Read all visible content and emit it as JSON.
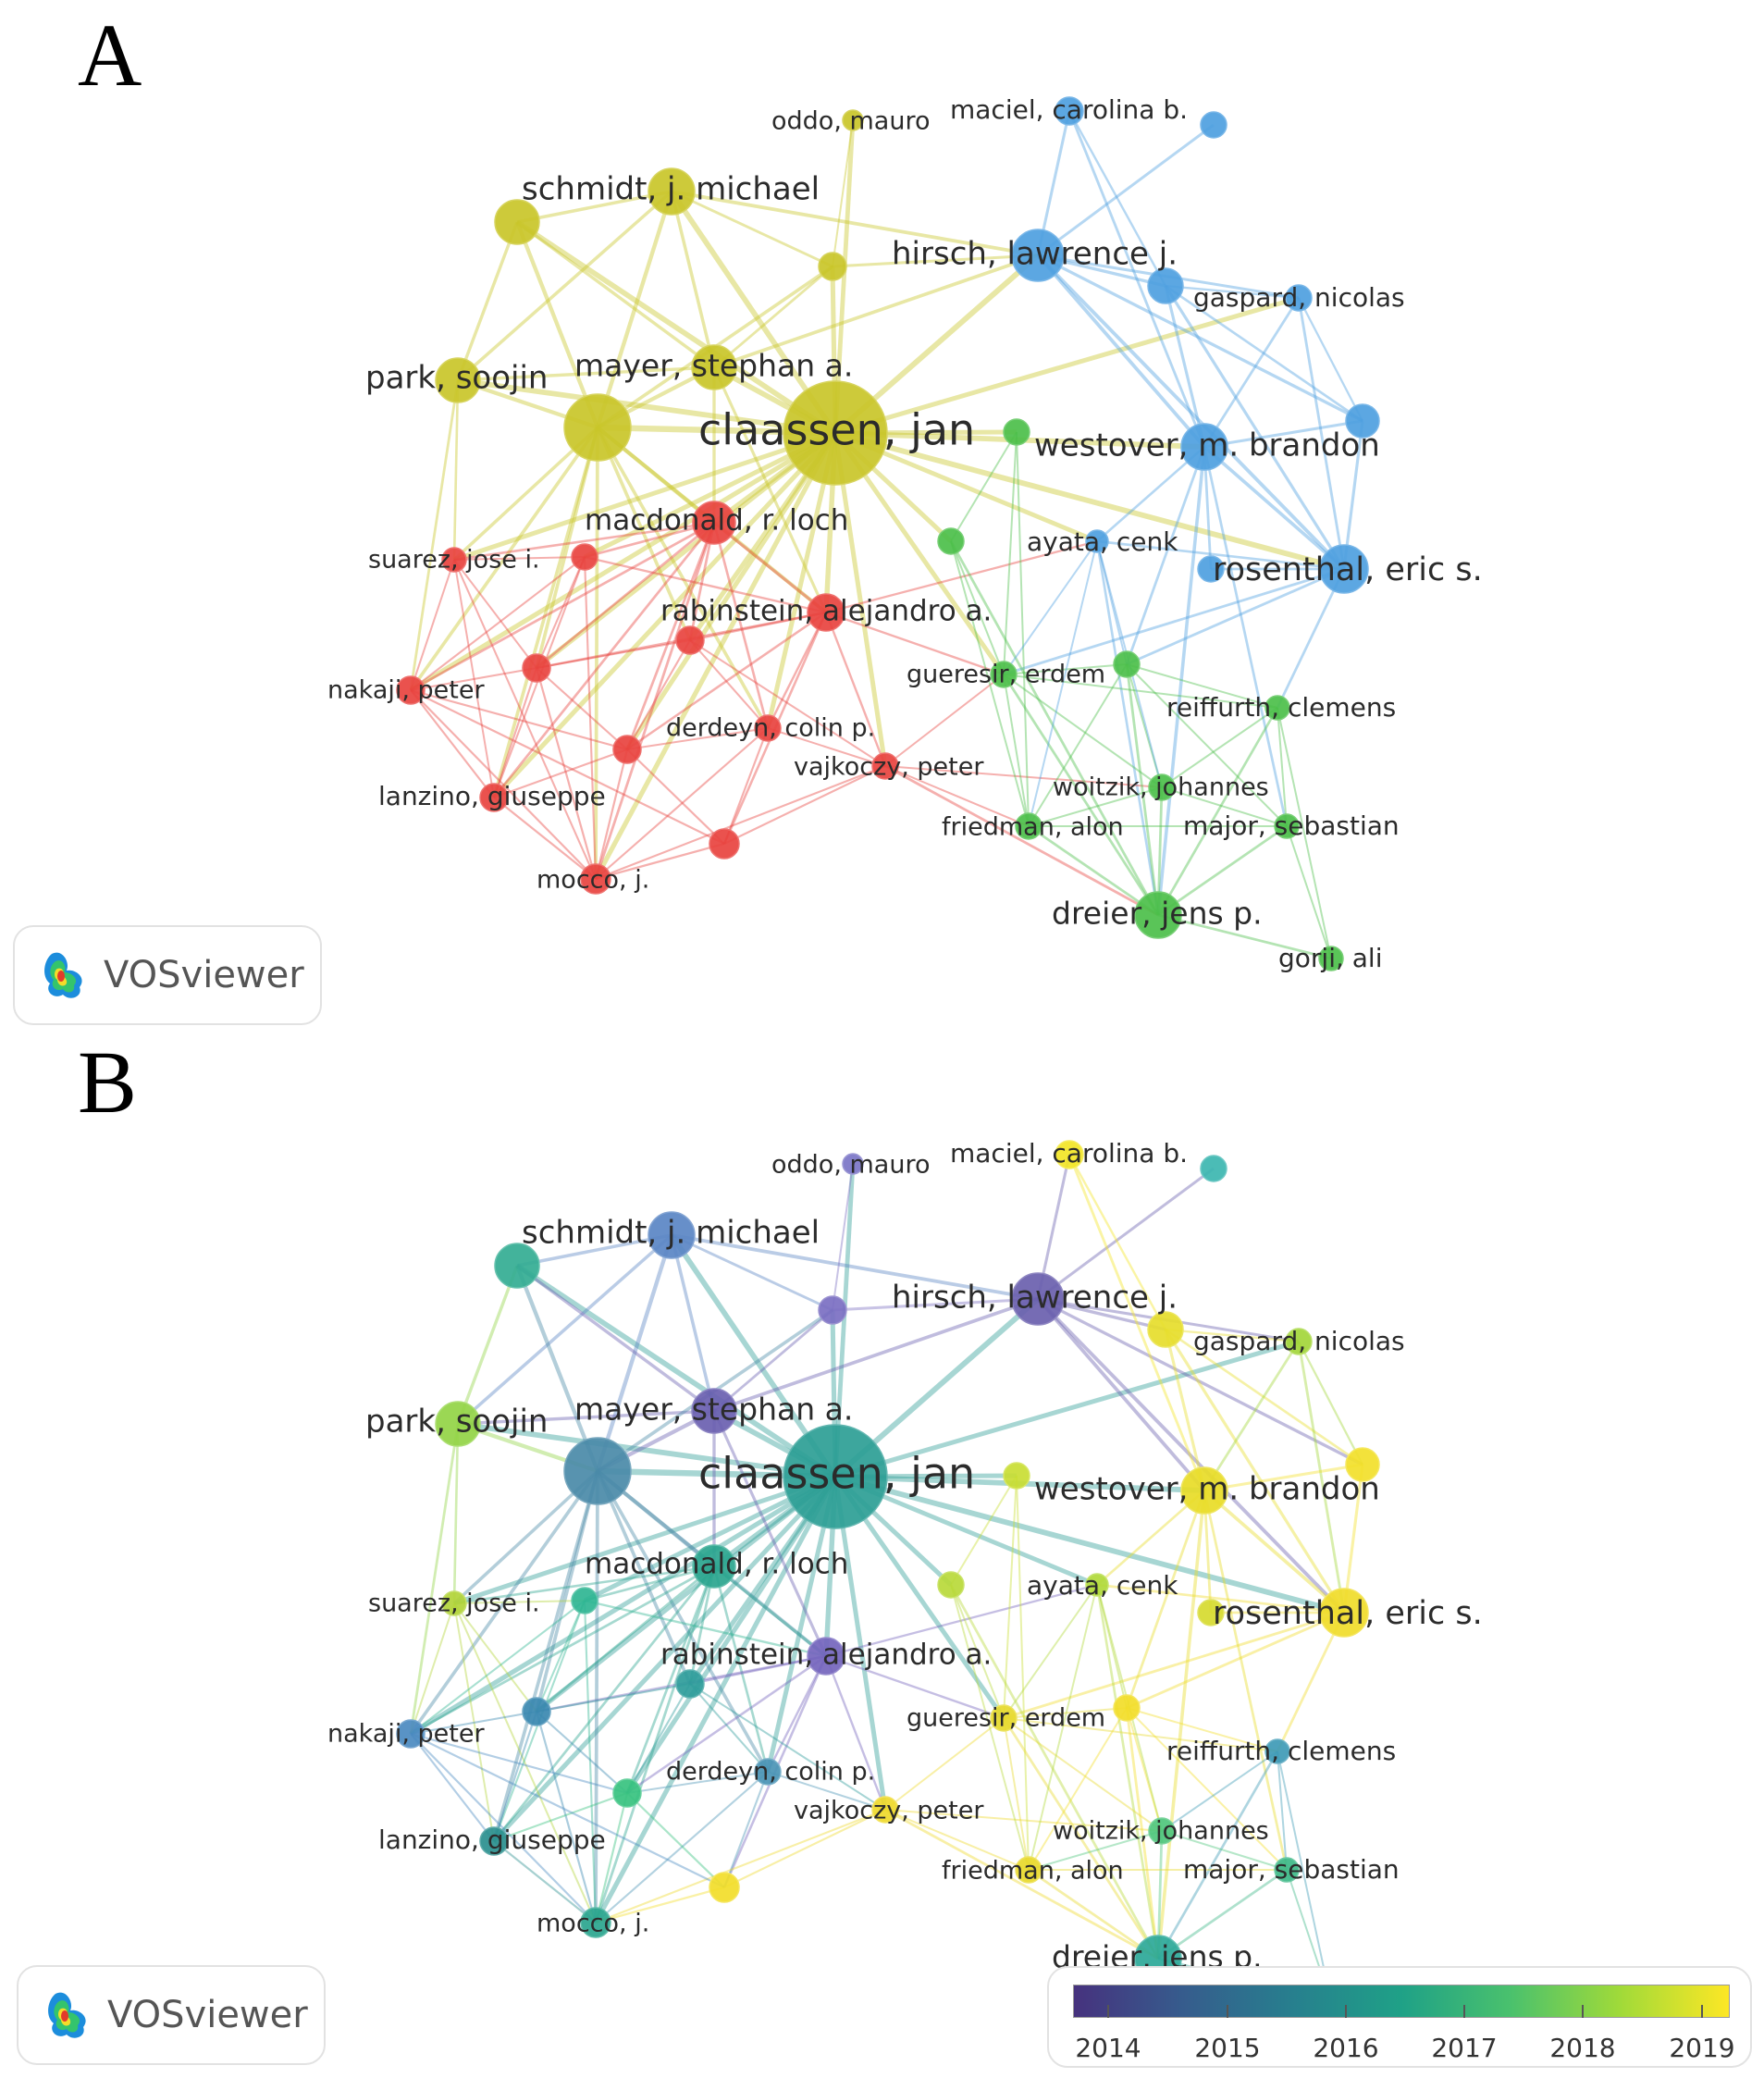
{
  "panels": [
    {
      "id": "A",
      "letter": "A",
      "mode": "cluster"
    },
    {
      "id": "B",
      "letter": "B",
      "mode": "overlay"
    }
  ],
  "watermark": "VOSviewer",
  "legend": {
    "ticks": [
      "2014",
      "2015",
      "2016",
      "2017",
      "2018",
      "2019"
    ],
    "gradient": [
      "#46327e",
      "#365c8d",
      "#277f8e",
      "#1fa187",
      "#4ac16d",
      "#a0da39",
      "#fde725"
    ]
  },
  "cluster_colors": {
    "yellow": "#c9c629",
    "red": "#e8433f",
    "green": "#4cbf4a",
    "blue": "#4e9fe0"
  },
  "nodes": [
    {
      "id": "claassen",
      "label": "claassen, jan",
      "cluster": "yellow",
      "overlay": "#2d9e95"
    },
    {
      "id": "schmidt",
      "label": "schmidt, j. michael",
      "cluster": "yellow",
      "overlay": "#5a86c4"
    },
    {
      "id": "mayer",
      "label": "mayer, stephan a.",
      "cluster": "yellow",
      "overlay": "#6a5fb0"
    },
    {
      "id": "park",
      "label": "park, soojin",
      "cluster": "yellow",
      "overlay": "#92d445"
    },
    {
      "id": "oddo",
      "label": "oddo, mauro",
      "cluster": "yellow",
      "overlay": "#7b75c7"
    },
    {
      "id": "y_bigleft",
      "label": "",
      "cluster": "yellow",
      "overlay": "#4a8aa8"
    },
    {
      "id": "y_left",
      "label": "",
      "cluster": "yellow",
      "overlay": "#33ad93"
    },
    {
      "id": "y_mid",
      "label": "",
      "cluster": "yellow",
      "overlay": "#7b6fc2"
    },
    {
      "id": "hirsch",
      "label": "hirsch, lawrence j.",
      "cluster": "blue",
      "overlay": "#6a5fae"
    },
    {
      "id": "maciel",
      "label": "maciel, carolina b.",
      "cluster": "blue",
      "overlay": "#f2e526"
    },
    {
      "id": "b_topright",
      "label": "",
      "cluster": "blue",
      "overlay": "#3cb6b0"
    },
    {
      "id": "gaspard",
      "label": "gaspard, nicolas",
      "cluster": "blue",
      "overlay": "#a3d63a"
    },
    {
      "id": "b_gaspleft",
      "label": "",
      "cluster": "blue",
      "overlay": "#e6dd2b"
    },
    {
      "id": "b_right",
      "label": "",
      "cluster": "blue",
      "overlay": "#f2e02a"
    },
    {
      "id": "westover",
      "label": "westover, m. brandon",
      "cluster": "blue",
      "overlay": "#e8dc27"
    },
    {
      "id": "ayata",
      "label": "ayata, cenk",
      "cluster": "blue",
      "overlay": "#b0d93a"
    },
    {
      "id": "b_rosleft",
      "label": "",
      "cluster": "blue",
      "overlay": "#d6da2f"
    },
    {
      "id": "rosenthal",
      "label": "rosenthal, eric s.",
      "cluster": "blue",
      "overlay": "#f0dc2a"
    },
    {
      "id": "macdonald",
      "label": "macdonald, r. loch",
      "cluster": "red",
      "overlay": "#2aa58e"
    },
    {
      "id": "suarez",
      "label": "suarez, jose i.",
      "cluster": "red",
      "overlay": "#b2d43a"
    },
    {
      "id": "r_mid1",
      "label": "",
      "cluster": "red",
      "overlay": "#2fb592"
    },
    {
      "id": "rabinstein",
      "label": "rabinstein, alejandro a.",
      "cluster": "red",
      "overlay": "#7465bd"
    },
    {
      "id": "r_mid2",
      "label": "",
      "cluster": "red",
      "overlay": "#2e9c9a"
    },
    {
      "id": "r_left",
      "label": "",
      "cluster": "red",
      "overlay": "#3a88b0"
    },
    {
      "id": "nakaji",
      "label": "nakaji, peter",
      "cluster": "red",
      "overlay": "#4b8ac0"
    },
    {
      "id": "derdeyn",
      "label": "derdeyn, colin p.",
      "cluster": "red",
      "overlay": "#4a94b5"
    },
    {
      "id": "r_low",
      "label": "",
      "cluster": "red",
      "overlay": "#37c27f"
    },
    {
      "id": "vajkoczy",
      "label": "vajkoczy, peter",
      "cluster": "red",
      "overlay": "#efd92b"
    },
    {
      "id": "lanzino",
      "label": "lanzino, giuseppe",
      "cluster": "red",
      "overlay": "#2a8f8e"
    },
    {
      "id": "r_bottom",
      "label": "",
      "cluster": "red",
      "overlay": "#f2dd29"
    },
    {
      "id": "mocco",
      "label": "mocco, j.",
      "cluster": "red",
      "overlay": "#2aa58e"
    },
    {
      "id": "g_top",
      "label": "",
      "cluster": "green",
      "overlay": "#c9dd33"
    },
    {
      "id": "g_left",
      "label": "",
      "cluster": "green",
      "overlay": "#b8d93a"
    },
    {
      "id": "gueresir",
      "label": "gueresir, erdem",
      "cluster": "green",
      "overlay": "#e6d92d"
    },
    {
      "id": "g_mid",
      "label": "",
      "cluster": "green",
      "overlay": "#f2dd29"
    },
    {
      "id": "reiffurth",
      "label": "reiffurth, clemens",
      "cluster": "green",
      "overlay": "#3e9ab6"
    },
    {
      "id": "woitzik",
      "label": "woitzik, johannes",
      "cluster": "green",
      "overlay": "#4fc57c"
    },
    {
      "id": "friedman",
      "label": "friedman, alon",
      "cluster": "green",
      "overlay": "#e8d92b"
    },
    {
      "id": "major",
      "label": "major, sebastian",
      "cluster": "green",
      "overlay": "#3db887"
    },
    {
      "id": "dreier",
      "label": "dreier, jens p.",
      "cluster": "green",
      "overlay": "#2ba898"
    },
    {
      "id": "gorji",
      "label": "gorji, ali",
      "cluster": "green",
      "overlay": "#4ea8c8"
    }
  ],
  "edges": [
    [
      "claassen",
      "schmidt"
    ],
    [
      "claassen",
      "mayer"
    ],
    [
      "claassen",
      "park"
    ],
    [
      "claassen",
      "oddo"
    ],
    [
      "claassen",
      "y_bigleft"
    ],
    [
      "claassen",
      "y_left"
    ],
    [
      "claassen",
      "y_mid"
    ],
    [
      "claassen",
      "hirsch"
    ],
    [
      "claassen",
      "westover"
    ],
    [
      "claassen",
      "rosenthal"
    ],
    [
      "claassen",
      "macdonald"
    ],
    [
      "claassen",
      "suarez"
    ],
    [
      "claassen",
      "r_mid1"
    ],
    [
      "claassen",
      "rabinstein"
    ],
    [
      "claassen",
      "r_mid2"
    ],
    [
      "claassen",
      "r_left"
    ],
    [
      "claassen",
      "derdeyn"
    ],
    [
      "claassen",
      "vajkoczy"
    ],
    [
      "claassen",
      "g_top"
    ],
    [
      "claassen",
      "g_left"
    ],
    [
      "claassen",
      "gueresir"
    ],
    [
      "claassen",
      "ayata"
    ],
    [
      "claassen",
      "gaspard"
    ],
    [
      "claassen",
      "nakaji"
    ],
    [
      "claassen",
      "lanzino"
    ],
    [
      "claassen",
      "mocco"
    ],
    [
      "claassen",
      "r_low"
    ],
    [
      "schmidt",
      "mayer"
    ],
    [
      "schmidt",
      "y_left"
    ],
    [
      "schmidt",
      "y_bigleft"
    ],
    [
      "schmidt",
      "y_mid"
    ],
    [
      "schmidt",
      "park"
    ],
    [
      "schmidt",
      "hirsch"
    ],
    [
      "mayer",
      "y_bigleft"
    ],
    [
      "mayer",
      "park"
    ],
    [
      "mayer",
      "y_left"
    ],
    [
      "mayer",
      "y_mid"
    ],
    [
      "mayer",
      "hirsch"
    ],
    [
      "mayer",
      "macdonald"
    ],
    [
      "park",
      "y_bigleft"
    ],
    [
      "park",
      "y_left"
    ],
    [
      "y_bigleft",
      "y_left"
    ],
    [
      "y_bigleft",
      "y_mid"
    ],
    [
      "y_mid",
      "hirsch"
    ],
    [
      "y_mid",
      "oddo"
    ],
    [
      "y_bigleft",
      "macdonald"
    ],
    [
      "y_bigleft",
      "rabinstein"
    ],
    [
      "y_bigleft",
      "suarez"
    ],
    [
      "y_bigleft",
      "r_left"
    ],
    [
      "park",
      "suarez"
    ],
    [
      "park",
      "nakaji"
    ],
    [
      "mayer",
      "rabinstein"
    ],
    [
      "y_bigleft",
      "nakaji"
    ],
    [
      "y_bigleft",
      "lanzino"
    ],
    [
      "y_bigleft",
      "mocco"
    ],
    [
      "y_bigleft",
      "derdeyn"
    ],
    [
      "y_bigleft",
      "r_mid2"
    ],
    [
      "hirsch",
      "maciel"
    ],
    [
      "hirsch",
      "b_topright"
    ],
    [
      "hirsch",
      "b_gaspleft"
    ],
    [
      "hirsch",
      "gaspard"
    ],
    [
      "hirsch",
      "westover"
    ],
    [
      "hirsch",
      "rosenthal"
    ],
    [
      "hirsch",
      "b_right"
    ],
    [
      "maciel",
      "westover"
    ],
    [
      "maciel",
      "b_gaspleft"
    ],
    [
      "b_gaspleft",
      "gaspard"
    ],
    [
      "b_gaspleft",
      "westover"
    ],
    [
      "b_gaspleft",
      "rosenthal"
    ],
    [
      "b_gaspleft",
      "b_right"
    ],
    [
      "gaspard",
      "b_right"
    ],
    [
      "gaspard",
      "westover"
    ],
    [
      "gaspard",
      "rosenthal"
    ],
    [
      "b_right",
      "westover"
    ],
    [
      "b_right",
      "rosenthal"
    ],
    [
      "westover",
      "rosenthal"
    ],
    [
      "westover",
      "b_rosleft"
    ],
    [
      "westover",
      "ayata"
    ],
    [
      "rosenthal",
      "b_rosleft"
    ],
    [
      "rosenthal",
      "ayata"
    ],
    [
      "westover",
      "dreier"
    ],
    [
      "rosenthal",
      "reiffurth"
    ],
    [
      "rosenthal",
      "gueresir"
    ],
    [
      "rosenthal",
      "g_mid"
    ],
    [
      "ayata",
      "dreier"
    ],
    [
      "westover",
      "g_mid"
    ],
    [
      "westover",
      "major"
    ],
    [
      "macdonald",
      "suarez"
    ],
    [
      "macdonald",
      "r_mid1"
    ],
    [
      "macdonald",
      "rabinstein"
    ],
    [
      "macdonald",
      "r_mid2"
    ],
    [
      "macdonald",
      "r_left"
    ],
    [
      "macdonald",
      "nakaji"
    ],
    [
      "macdonald",
      "derdeyn"
    ],
    [
      "macdonald",
      "lanzino"
    ],
    [
      "macdonald",
      "mocco"
    ],
    [
      "macdonald",
      "r_low"
    ],
    [
      "suarez",
      "r_mid1"
    ],
    [
      "suarez",
      "r_left"
    ],
    [
      "suarez",
      "nakaji"
    ],
    [
      "suarez",
      "lanzino"
    ],
    [
      "suarez",
      "mocco"
    ],
    [
      "r_mid1",
      "r_left"
    ],
    [
      "r_mid1",
      "rabinstein"
    ],
    [
      "r_mid1",
      "nakaji"
    ],
    [
      "r_mid1",
      "lanzino"
    ],
    [
      "r_mid1",
      "mocco"
    ],
    [
      "rabinstein",
      "r_mid2"
    ],
    [
      "rabinstein",
      "r_left"
    ],
    [
      "rabinstein",
      "derdeyn"
    ],
    [
      "rabinstein",
      "vajkoczy"
    ],
    [
      "rabinstein",
      "r_bottom"
    ],
    [
      "rabinstein",
      "r_low"
    ],
    [
      "r_mid2",
      "r_left"
    ],
    [
      "r_mid2",
      "derdeyn"
    ],
    [
      "r_mid2",
      "r_low"
    ],
    [
      "r_mid2",
      "vajkoczy"
    ],
    [
      "r_left",
      "nakaji"
    ],
    [
      "r_left",
      "lanzino"
    ],
    [
      "r_left",
      "r_low"
    ],
    [
      "r_left",
      "mocco"
    ],
    [
      "nakaji",
      "lanzino"
    ],
    [
      "nakaji",
      "r_low"
    ],
    [
      "nakaji",
      "mocco"
    ],
    [
      "derdeyn",
      "vajkoczy"
    ],
    [
      "derdeyn",
      "r_low"
    ],
    [
      "derdeyn",
      "r_bottom"
    ],
    [
      "derdeyn",
      "mocco"
    ],
    [
      "r_low",
      "lanzino"
    ],
    [
      "r_low",
      "mocco"
    ],
    [
      "r_low",
      "r_bottom"
    ],
    [
      "lanzino",
      "mocco"
    ],
    [
      "vajkoczy",
      "r_bottom"
    ],
    [
      "vajkoczy",
      "mocco"
    ],
    [
      "r_bottom",
      "mocco"
    ],
    [
      "nakaji",
      "r_bottom"
    ],
    [
      "vajkoczy",
      "gueresir"
    ],
    [
      "vajkoczy",
      "friedman"
    ],
    [
      "vajkoczy",
      "dreier"
    ],
    [
      "vajkoczy",
      "woitzik"
    ],
    [
      "rabinstein",
      "gueresir"
    ],
    [
      "rabinstein",
      "ayata"
    ],
    [
      "g_top",
      "g_left"
    ],
    [
      "g_top",
      "gueresir"
    ],
    [
      "g_top",
      "friedman"
    ],
    [
      "g_left",
      "gueresir"
    ],
    [
      "g_left",
      "dreier"
    ],
    [
      "g_left",
      "friedman"
    ],
    [
      "gueresir",
      "g_mid"
    ],
    [
      "gueresir",
      "friedman"
    ],
    [
      "gueresir",
      "woitzik"
    ],
    [
      "gueresir",
      "dreier"
    ],
    [
      "gueresir",
      "reiffurth"
    ],
    [
      "g_mid",
      "reiffurth"
    ],
    [
      "g_mid",
      "woitzik"
    ],
    [
      "g_mid",
      "major"
    ],
    [
      "g_mid",
      "dreier"
    ],
    [
      "g_mid",
      "friedman"
    ],
    [
      "reiffurth",
      "woitzik"
    ],
    [
      "reiffurth",
      "major"
    ],
    [
      "reiffurth",
      "dreier"
    ],
    [
      "reiffurth",
      "gorji"
    ],
    [
      "woitzik",
      "friedman"
    ],
    [
      "woitzik",
      "major"
    ],
    [
      "woitzik",
      "dreier"
    ],
    [
      "friedman",
      "major"
    ],
    [
      "friedman",
      "dreier"
    ],
    [
      "major",
      "dreier"
    ],
    [
      "major",
      "gorji"
    ],
    [
      "dreier",
      "gorji"
    ],
    [
      "ayata",
      "gueresir"
    ],
    [
      "ayata",
      "g_mid"
    ],
    [
      "ayata",
      "woitzik"
    ],
    [
      "ayata",
      "friedman"
    ]
  ]
}
